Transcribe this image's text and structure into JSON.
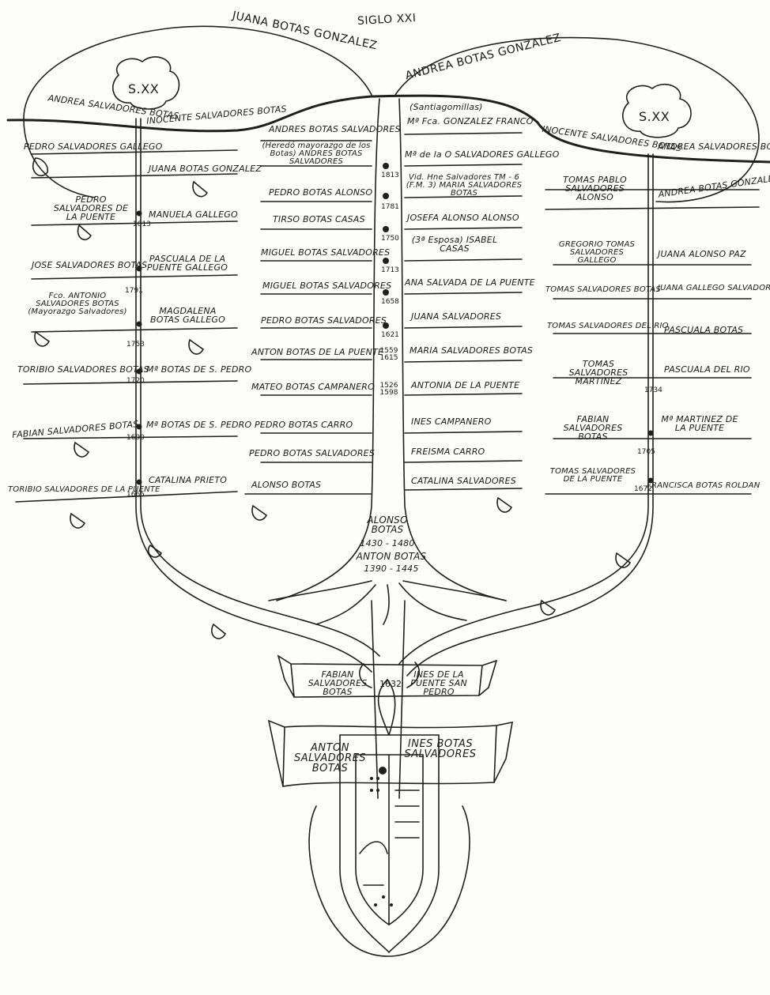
{
  "century_21": "SIGLO XXI",
  "top": {
    "left_name": "JUANA BOTAS GONZALEZ",
    "right_name": "ANDREA BOTAS GONZALEZ"
  },
  "century_20_left": "S.XX",
  "century_20_right": "S.XX",
  "left_branch": {
    "top_left": "ANDREA SALVADORES BOTAS",
    "top_right": "INOCENTE SALVADORES BOTAS",
    "rows": [
      {
        "left": "PEDRO SALVADORES GALLEGO",
        "right": "JUANA BOTAS GONZALEZ",
        "year": ""
      },
      {
        "left": "PEDRO SALVADORES DE LA PUENTE",
        "right": "MANUELA GALLEGO",
        "year": "1813"
      },
      {
        "left": "JOSE SALVADORES BOTAS",
        "right": "PASCUALA DE LA PUENTE GALLEGO",
        "year": "1791"
      },
      {
        "left": "Fco. ANTONIO SALVADORES BOTAS (Mayorazgo Salvadores)",
        "right": "MAGDALENA BOTAS GALLEGO",
        "year": "1753"
      },
      {
        "left": "TORIBIO SALVADORES BOTAS",
        "right": "Mª BOTAS DE S. PEDRO",
        "year": "1720"
      },
      {
        "left": "FABIAN SALVADORES BOTAS",
        "right": "Mª BOTAS DE S. PEDRO",
        "year": "1690"
      },
      {
        "left": "TORIBIO SALVADORES DE LA PUENTE",
        "right": "CATALINA PRIETO",
        "year": "1665"
      }
    ]
  },
  "center_trunk": {
    "note_top": "(Santiagomillas)",
    "rows": [
      {
        "left": "ANDRES BOTAS SALVADORES",
        "right": "Mª Fca. GONZALEZ FRANCO",
        "year": ""
      },
      {
        "left": "(Heredó mayorazgo de los Botas) ANDRES BOTAS SALVADORES",
        "right": "Mª de la O SALVADORES GALLEGO",
        "year": "1813"
      },
      {
        "left": "PEDRO BOTAS ALONSO",
        "right": "Vid. Hne Salvadores TM - 6 (F.M. 3) MARIA SALVADORES BOTAS",
        "year": "1781"
      },
      {
        "left": "TIRSO BOTAS CASAS",
        "right": "JOSEFA ALONSO ALONSO",
        "year": "1750"
      },
      {
        "left": "MIGUEL BOTAS SALVADORES",
        "right": "(3ª Esposa) ISABEL CASAS",
        "year": "1713"
      },
      {
        "left": "MIGUEL BOTAS SALVADORES",
        "right": "ANA SALVADA DE LA PUENTE",
        "year": "1658"
      },
      {
        "left": "PEDRO BOTAS SALVADORES",
        "right": "JUANA SALVADORES",
        "year": "1621"
      },
      {
        "left": "ANTON BOTAS DE LA PUENTE",
        "right": "MARIA SALVADORES BOTAS",
        "year": "1559 1615"
      },
      {
        "left": "MATEO BOTAS CAMPANERO",
        "right": "ANTONIA DE LA PUENTE",
        "year": "1526 1598"
      },
      {
        "left": "PEDRO BOTAS CARRO",
        "right": "INES CAMPANERO",
        "year": ""
      },
      {
        "left": "PEDRO BOTAS SALVADORES",
        "right": "FREISMA CARRO",
        "year": ""
      },
      {
        "left": "ALONSO BOTAS",
        "right": "CATALINA SALVADORES",
        "year": ""
      }
    ],
    "root1_name": "ALONSO BOTAS",
    "root1_years": "1430 - 1480",
    "root2_name": "ANTON BOTAS",
    "root2_years": "1390 - 1445"
  },
  "right_branch": {
    "top_left": "INOCENTE SALVADORES BOTAS",
    "top_right": "ANDREA SALVADORES BOTAS",
    "rows": [
      {
        "left": "TOMAS PABLO SALVADORES ALONSO",
        "right": "ANDREA BOTAS GONZALEZ",
        "year": ""
      },
      {
        "left": "GREGORIO TOMAS SALVADORES GALLEGO",
        "right": "JUANA ALONSO PAZ",
        "year": ""
      },
      {
        "left": "TOMAS SALVADORES BOTAS",
        "right": "JUANA GALLEGO SALVADORES",
        "year": ""
      },
      {
        "left": "TOMAS SALVADORES DEL RIO",
        "right": "PASCUALA BOTAS",
        "year": ""
      },
      {
        "left": "TOMAS SALVADORES MARTINEZ",
        "right": "PASCUALA DEL RIO",
        "year": "1734"
      },
      {
        "left": "FABIAN SALVADORES BOTAS",
        "right": "Mª MARTINEZ DE LA PUENTE",
        "year": "1705"
      },
      {
        "left": "TOMAS SALVADORES DE LA PUENTE",
        "right": "FRANCISCA BOTAS ROLDAN",
        "year": "1672"
      }
    ]
  },
  "banner1": {
    "left": "FABIAN SALVADORES BOTAS",
    "year": "1632",
    "right": "INES DE LA PUENTE SAN PEDRO"
  },
  "banner2": {
    "left": "ANTON SALVADORES BOTAS",
    "right": "INES BOTAS SALVADORES"
  }
}
